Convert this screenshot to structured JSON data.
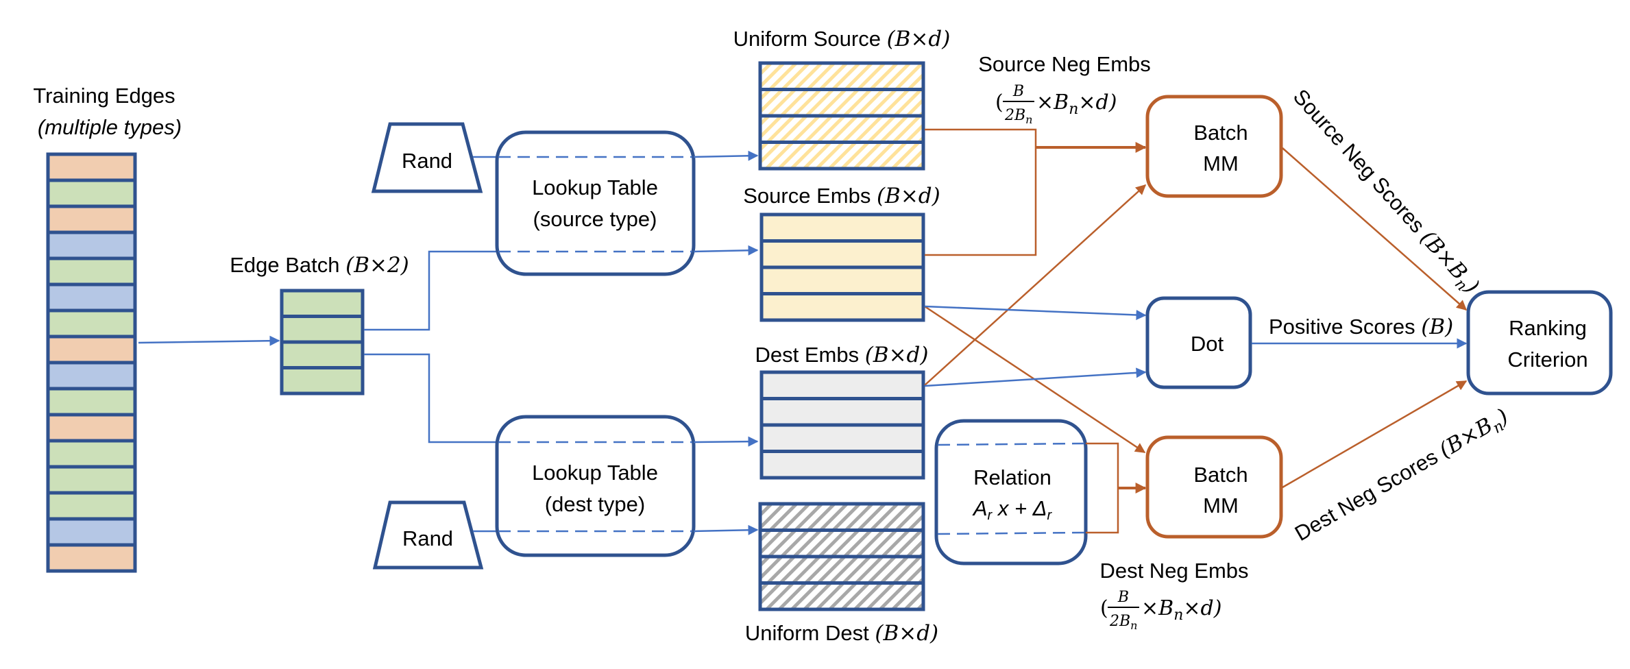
{
  "colors": {
    "node_border": "#2F528F",
    "blue_arrow": "#4472C4",
    "orange_arrow": "#BA5F2B",
    "edge_type_orange": "#F1CDB0",
    "edge_type_green": "#CCE0B9",
    "edge_type_blue": "#B5C7E5",
    "source_emb_fill": "#FCF0CE",
    "dest_emb_fill": "#EDEDED",
    "uniform_source_hatch": "#FFE29A",
    "uniform_dest_hatch": "#A8A8A8"
  },
  "training_edges": {
    "title": "Training Edges",
    "subtitle": "(multiple types)",
    "rows": [
      "orange",
      "green",
      "orange",
      "blue",
      "green",
      "blue",
      "green",
      "orange",
      "blue",
      "green",
      "orange",
      "green",
      "green",
      "green",
      "blue",
      "orange"
    ]
  },
  "edge_batch": {
    "label_text": "Edge Batch ",
    "label_math": "(B×2)",
    "row_count": 4
  },
  "rand_top": {
    "label": "Rand"
  },
  "rand_bottom": {
    "label": "Rand"
  },
  "lookup_source": {
    "line1": "Lookup Table",
    "line2": "(source type)"
  },
  "lookup_dest": {
    "line1": "Lookup Table",
    "line2": "(dest type)"
  },
  "uniform_source": {
    "label_text": "Uniform Source ",
    "label_math": "(B×d)",
    "row_count": 4
  },
  "source_embs": {
    "label_text": "Source Embs ",
    "label_math": "(B×d)",
    "row_count": 4
  },
  "dest_embs": {
    "label_text": "Dest Embs ",
    "label_math": "(B×d)",
    "row_count": 4
  },
  "uniform_dest": {
    "label_text": "Uniform Dest ",
    "label_math": "(B×d)",
    "row_count": 4
  },
  "relation": {
    "line1": "Relation",
    "formula": "A",
    "formula_sub": "r",
    "formula_mid": " x + Δ",
    "formula_sub2": "r"
  },
  "source_neg_embs": {
    "title": "Source Neg Embs",
    "frac_num": "B",
    "frac_den": "2B",
    "frac_den_sub": "n",
    "rest": "×B",
    "rest_sub": "n",
    "rest_tail": "×d)",
    "open_paren": "("
  },
  "dest_neg_embs": {
    "title": "Dest Neg Embs",
    "frac_num": "B",
    "frac_den": "2B",
    "frac_den_sub": "n",
    "rest": "×B",
    "rest_sub": "n",
    "rest_tail": "×d)",
    "open_paren": "("
  },
  "batch_mm_top": {
    "line1": "Batch",
    "line2": "MM"
  },
  "batch_mm_bottom": {
    "line1": "Batch",
    "line2": "MM"
  },
  "dot": {
    "label": "Dot"
  },
  "ranking": {
    "line1": "Ranking",
    "line2": "Criterion"
  },
  "edge_labels": {
    "source_neg_scores_text": "Source Neg Scores ",
    "source_neg_scores_math": "(B×B",
    "source_neg_scores_sub": "n",
    "source_neg_scores_close": ")",
    "positive_scores_text": "Positive Scores ",
    "positive_scores_math": "(B)",
    "dest_neg_scores_text": "Dest Neg Scores ",
    "dest_neg_scores_math": "(B×B",
    "dest_neg_scores_sub": "n",
    "dest_neg_scores_close": ")"
  }
}
